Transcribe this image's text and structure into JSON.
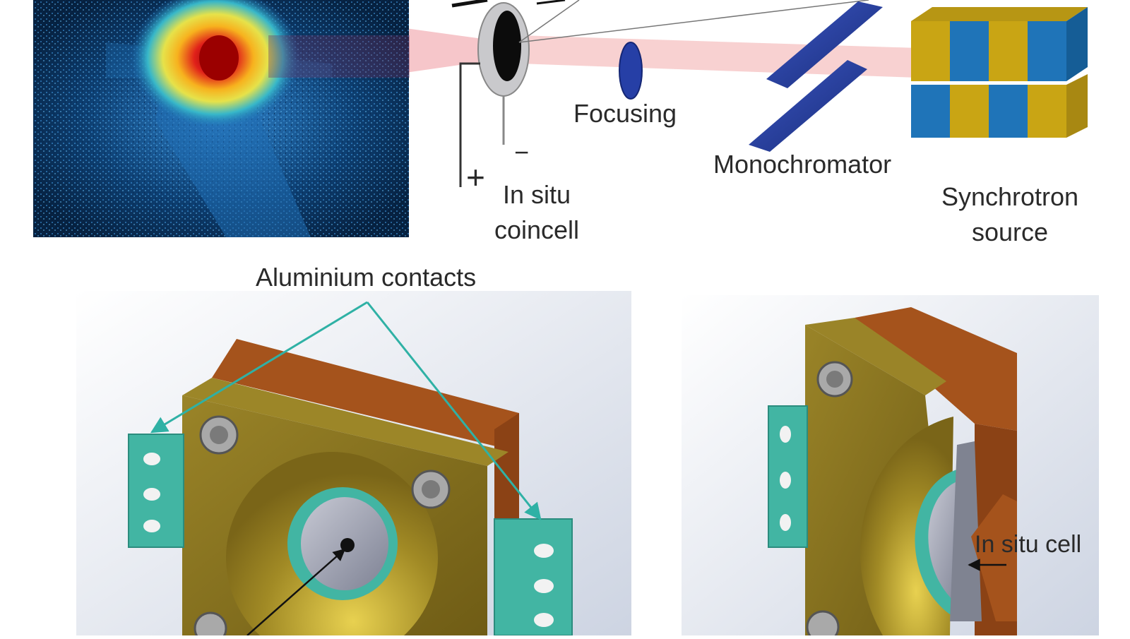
{
  "labels": {
    "focusing": "Focusing",
    "monochromator": "Monochromator",
    "synchrotron_line1": "Synchrotron",
    "synchrotron_line2": "source",
    "in_situ_line1": "In situ",
    "in_situ_line2": "coincell",
    "plus": "+",
    "minus": "−",
    "aluminium_contacts": "Aluminium contacts",
    "in_situ_cell": "In situ cell"
  },
  "colors": {
    "beam": "#f4b8b8",
    "detector_bg": "#06223d",
    "detector_hot": "#d41a1a",
    "optic_blue": "#1d3590",
    "magnet_blue": "#1f74b8",
    "magnet_yellow": "#c9a514",
    "holder_brass": "#8a7422",
    "holder_copper": "#a5531c",
    "contact_teal": "#42b5a3",
    "arrow_teal": "#2fb1a5",
    "cell_grey": "#a0a3b2"
  }
}
